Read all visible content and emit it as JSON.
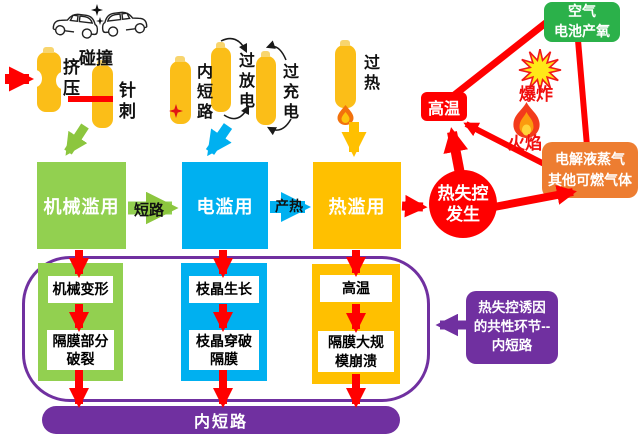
{
  "colors": {
    "abuse_green": "#92D050",
    "abuse_blue": "#00B0F0",
    "abuse_amber": "#FFC000",
    "red": "#FF0000",
    "oxygen_green": "#2BB14A",
    "gas_orange": "#ED7D31",
    "purple": "#7030A0",
    "battery_yellow": "#FBBE18"
  },
  "icons": {
    "cars_collision": "cars-collision-icon",
    "crushed_battery": "crushed-battery-icon",
    "needle_bar": "needle-bar-icon",
    "spark": "spark-icon",
    "explosion_star": "explosion-star-icon",
    "flame": "flame-icon",
    "heat_droplet": "heat-droplet-icon"
  },
  "mechanical_group": {
    "collision": "碰撞",
    "squeeze": "挤压",
    "needle": "针刺"
  },
  "electrical_group": {
    "internal_short": "内短路",
    "over_discharge": "过放电",
    "over_charge": "过充电"
  },
  "thermal_group": {
    "overheat": "过热"
  },
  "main_flow": {
    "mechanical_abuse": "机械滥用",
    "short_circuit": "短路",
    "electrical_abuse": "电滥用",
    "heat_generation": "产热",
    "thermal_abuse": "热滥用",
    "thermal_runaway": "热失控\n发生"
  },
  "hazard_cluster": {
    "high_temperature": "高温",
    "air_oxygen": "空气\n电池产氧",
    "explosion": "爆炸",
    "flame": "火焰",
    "flammable_gas": "电解液蒸气\n其他可燃气体"
  },
  "cause_chain": {
    "mechanical_deformation": "机械变形",
    "separator_partial_rupture": "隔膜部分\n破裂",
    "dendrite_growth": "枝晶生长",
    "dendrite_pierce_separator": "枝晶穿破\n隔膜",
    "high_temperature": "高温",
    "separator_mass_collapse": "隔膜大规\n模崩溃",
    "internal_short_bar": "内短路",
    "common_link_note": "热失控诱因\n的共性环节--\n内短路"
  }
}
